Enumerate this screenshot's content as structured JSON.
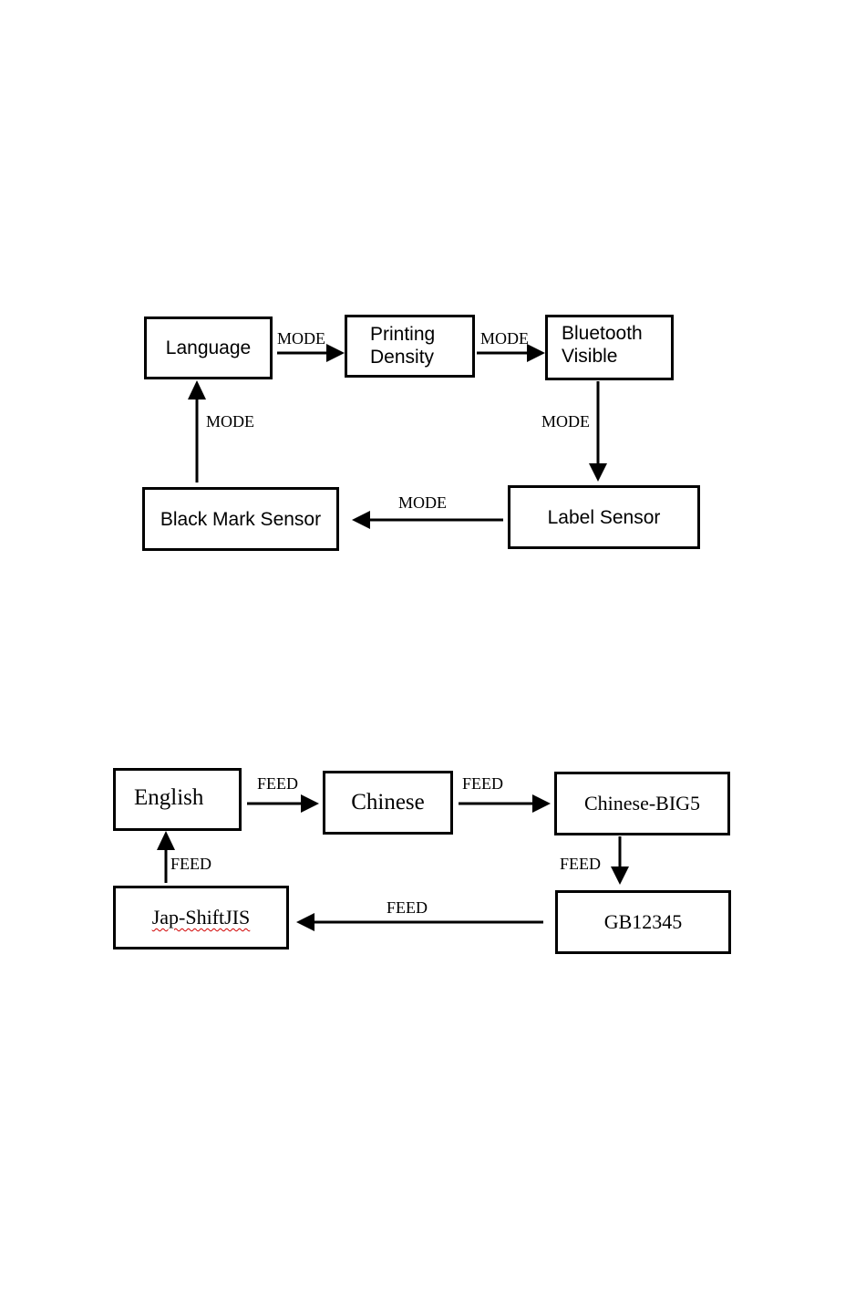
{
  "mode_diagram": {
    "boxes": {
      "language": "Language",
      "printing_density": [
        "Printing",
        "Density"
      ],
      "bluetooth_visible": [
        "Bluetooth",
        "Visible"
      ],
      "label_sensor": "Label Sensor",
      "black_mark_sensor": "Black Mark Sensor"
    },
    "arrow_label": "MODE"
  },
  "feed_diagram": {
    "boxes": {
      "english": "English",
      "chinese": "Chinese",
      "chinese_big5": "Chinese-BIG5",
      "gb12345": "GB12345",
      "jap_shiftjis": "Jap-ShiftJIS"
    },
    "arrow_label": "FEED"
  }
}
